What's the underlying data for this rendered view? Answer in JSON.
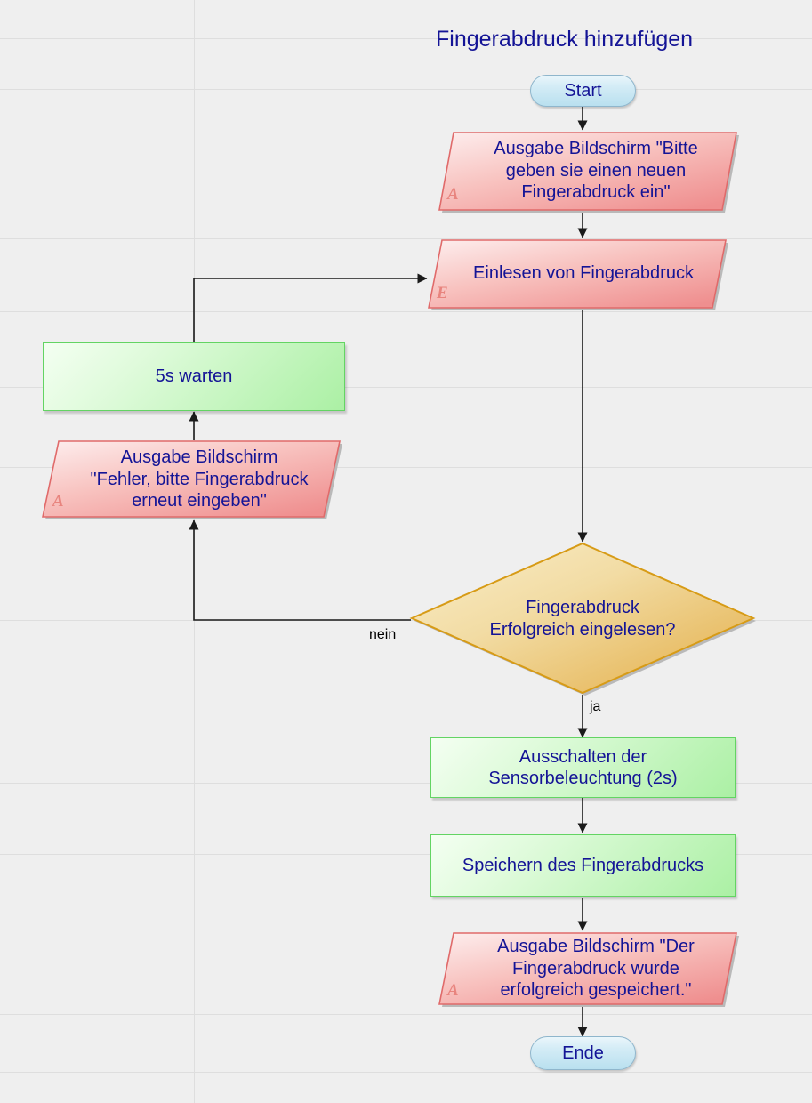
{
  "diagram": {
    "title": "Fingerabdruck hinzufügen",
    "colors": {
      "background": "#efefef",
      "gridline": "#dedede",
      "text": "#141496",
      "terminator_fill": "#c8e8f4",
      "terminator_border": "#8fb6cc",
      "process_fill": "#abf0a4",
      "process_border": "#63d463",
      "io_fill": "#f09a9a",
      "io_border": "#e06a6a",
      "io_marker": "#e8847e",
      "decision_fill": "#edc468",
      "decision_border": "#d79b16",
      "connector": "#1a1a1a"
    },
    "nodes": [
      {
        "id": "start",
        "type": "terminator",
        "label": "Start"
      },
      {
        "id": "prompt",
        "type": "io",
        "label": "Ausgabe Bildschirm \"Bitte\ngeben sie einen neuen\nFingerabdruck ein\"",
        "marker": "A"
      },
      {
        "id": "read",
        "type": "io",
        "label": "Einlesen von Fingerabdruck",
        "marker": "E"
      },
      {
        "id": "wait",
        "type": "process",
        "label": "5s warten"
      },
      {
        "id": "error",
        "type": "io",
        "label": "Ausgabe Bildschirm\n\"Fehler, bitte Fingerabdruck\nerneut eingeben\"",
        "marker": "A"
      },
      {
        "id": "decision",
        "type": "decision",
        "label": "Fingerabdruck\nErfolgreich eingelesen?"
      },
      {
        "id": "lightoff",
        "type": "process",
        "label": "Ausschalten der\nSensorbeleuchtung (2s)"
      },
      {
        "id": "save",
        "type": "process",
        "label": "Speichern des Fingerabdrucks"
      },
      {
        "id": "success",
        "type": "io",
        "label": "Ausgabe Bildschirm \"Der\nFingerabdruck wurde\nerfolgreich gespeichert.\"",
        "marker": "A"
      },
      {
        "id": "end",
        "type": "terminator",
        "label": "Ende"
      }
    ],
    "edge_labels": [
      {
        "id": "no",
        "label": "nein"
      },
      {
        "id": "yes",
        "label": "ja"
      }
    ]
  }
}
